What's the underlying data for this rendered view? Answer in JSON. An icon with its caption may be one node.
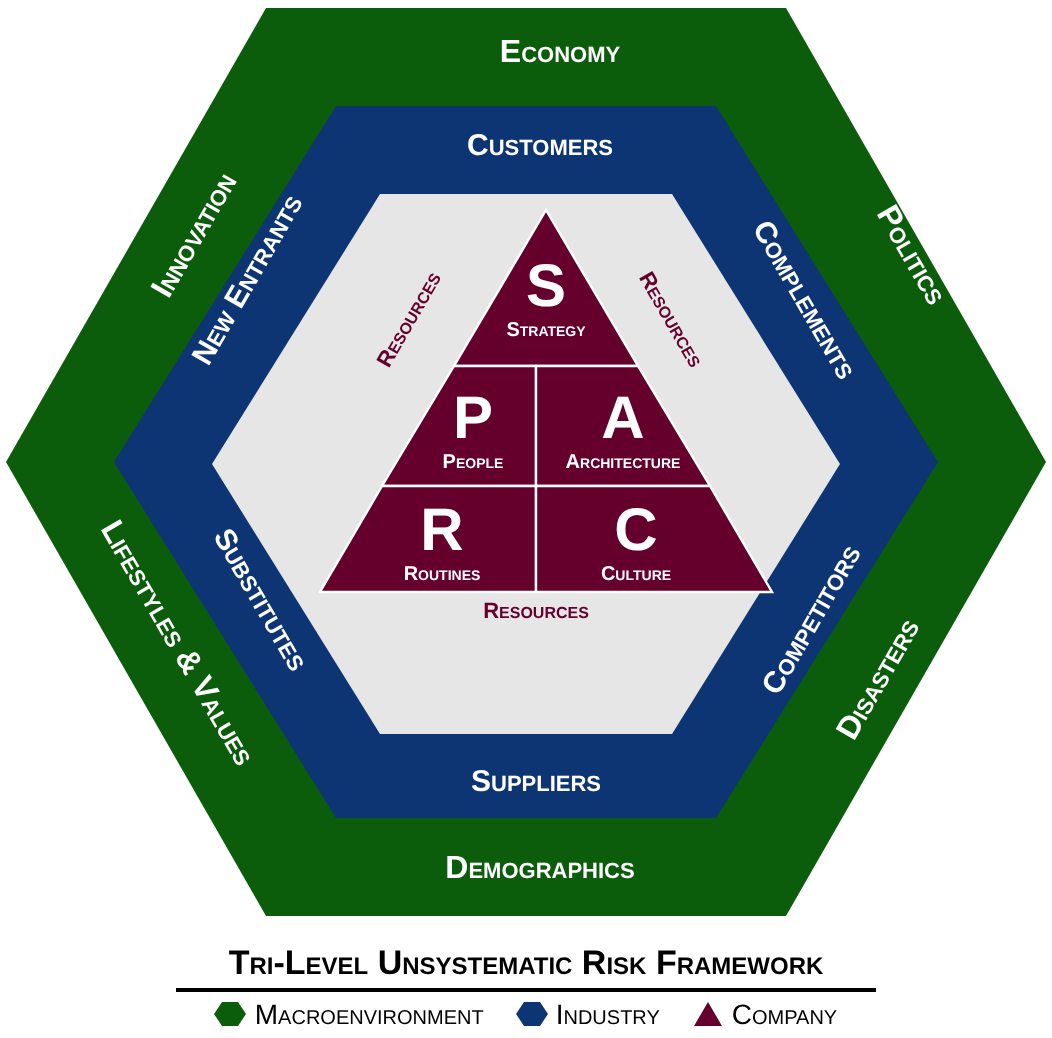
{
  "diagram": {
    "title": "Tri-Level Unsystematic Risk Framework",
    "nodes": [
      {
        "text": [
          "Economy",
          "Politics",
          "Disasters",
          "Demographics",
          "Lifestyles & Values",
          "Innovation"
        ]
      },
      {
        "text": [
          "Customers",
          "Complements",
          "Competitors",
          "Suppliers",
          "Substitutes",
          "New Entrants"
        ],
        "in": 0
      },
      {
        "text": [],
        "shape": "triangle",
        "in": 1,
        "beside": [
          "Resources",
          "Resources",
          "Resources"
        ]
      },
      {
        "text": [
          "S",
          "Strategy"
        ],
        "in": 2
      },
      {
        "text": [
          "P",
          "People"
        ],
        "in": 2
      },
      {
        "text": [
          "A",
          "Architecture"
        ],
        "in": 2
      },
      {
        "text": [
          "R",
          "Routines"
        ],
        "in": 2
      },
      {
        "text": [
          "C",
          "Culture"
        ],
        "in": 2
      }
    ],
    "edges": [],
    "legend": [
      {
        "text": "Macroenvironment",
        "color": "#0b5d0b"
      },
      {
        "text": "Industry",
        "color": "#0d3574"
      },
      {
        "text": "Company",
        "color": "#65002d"
      }
    ]
  }
}
